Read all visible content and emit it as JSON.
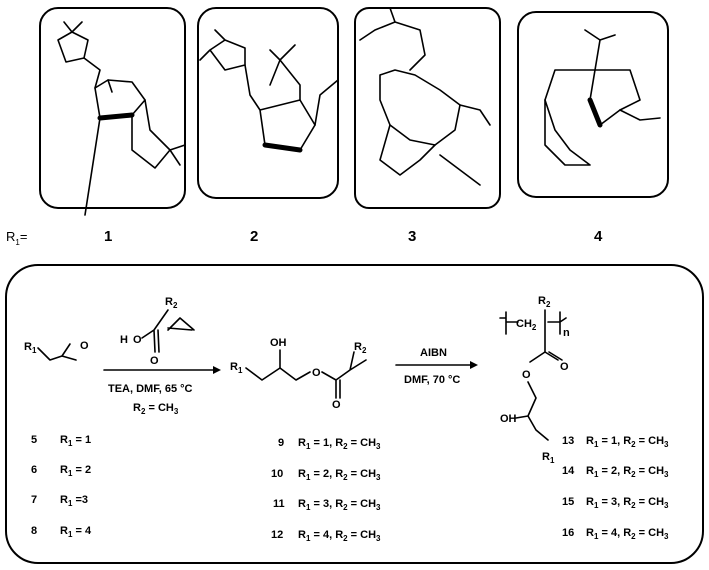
{
  "top": {
    "r_label_main": "R",
    "r_label_sub": "1",
    "r_label_eq": "=",
    "structures": [
      {
        "id": "1"
      },
      {
        "id": "2"
      },
      {
        "id": "3"
      },
      {
        "id": "4"
      }
    ]
  },
  "scheme": {
    "atoms": {
      "r1": "R",
      "r1_sub": "1",
      "o": "O",
      "oh_acid": "O",
      "h": "H",
      "r2": "R",
      "r2_sub": "2",
      "oh": "OH",
      "n": "n",
      "ch2_a": "CH",
      "ch2_sub": "2"
    },
    "step1": {
      "conditions": "TEA, DMF, 65 °C",
      "r2_note": "R",
      "r2_note_sub": "2",
      "r2_note_val": " = CH",
      "r2_note_val_sub": "3"
    },
    "step2": {
      "reagent": "AIBN",
      "conditions": "DMF, 70 °C"
    },
    "col1": [
      {
        "num": "5",
        "r1": "1",
        "sep": " = "
      },
      {
        "num": "6",
        "r1": "2",
        "sep": " = "
      },
      {
        "num": "7",
        "r1": "3",
        "sep": " ="
      },
      {
        "num": "8",
        "r1": "4",
        "sep": " = "
      }
    ],
    "col2": [
      {
        "num": "9",
        "r1": "1"
      },
      {
        "num": "10",
        "r1": "2"
      },
      {
        "num": "11",
        "r1": "3"
      },
      {
        "num": "12",
        "r1": "4"
      }
    ],
    "col3": [
      {
        "num": "13",
        "r1": "1"
      },
      {
        "num": "14",
        "r1": "2"
      },
      {
        "num": "15",
        "r1": "3"
      },
      {
        "num": "16",
        "r1": "4"
      }
    ]
  }
}
